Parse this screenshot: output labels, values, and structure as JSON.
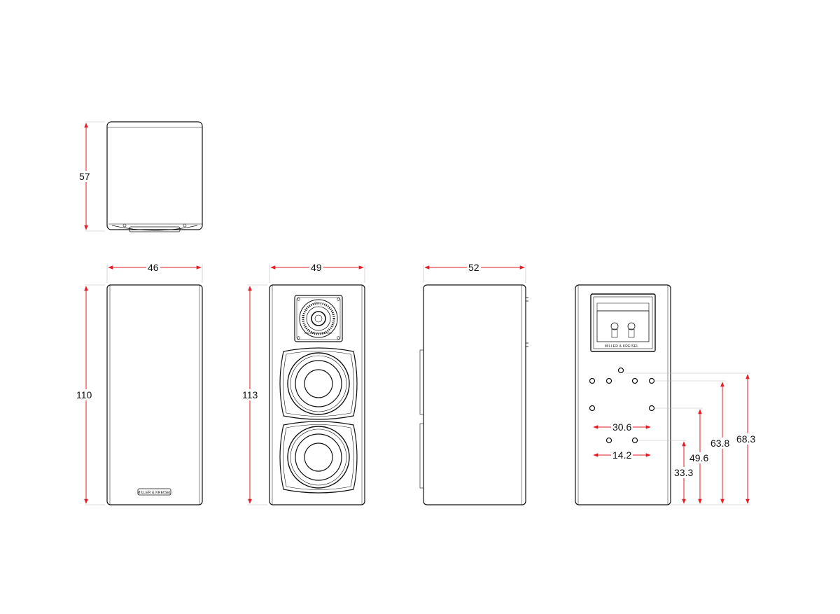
{
  "drawing": {
    "brand": "MILLER & KREISEL",
    "colors": {
      "line": "#111111",
      "dimension": "#e41e26",
      "extension": "#bbbbbb"
    },
    "dimensions": {
      "top_depth": "57",
      "side_width": "46",
      "side_height": "110",
      "front_width": "49",
      "front_height": "113",
      "rear_width": "52",
      "holes_outer_width": "30.6",
      "holes_inner_width": "14.2",
      "hole_height_1": "33.3",
      "hole_height_2": "49.6",
      "hole_height_3": "63.8",
      "hole_height_4": "68.3"
    }
  }
}
